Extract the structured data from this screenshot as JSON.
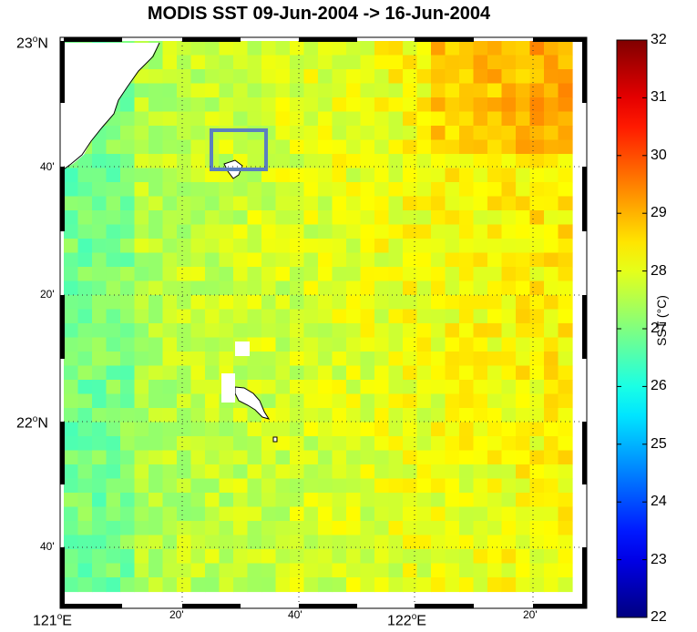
{
  "title": "MODIS SST   09-Jun-2004 -> 16-Jun-2004",
  "map": {
    "lat_labels": [
      {
        "text": "23",
        "deg": "o",
        "suffix": "N",
        "size": "big"
      },
      {
        "text": "40'",
        "size": "small"
      },
      {
        "text": "20'",
        "size": "small"
      },
      {
        "text": "22",
        "deg": "o",
        "suffix": "N",
        "size": "big"
      },
      {
        "text": "40'",
        "size": "small"
      }
    ],
    "lon_labels": [
      {
        "text": "121",
        "deg": "o",
        "suffix": "E",
        "size": "big"
      },
      {
        "text": "20'",
        "size": "small"
      },
      {
        "text": "40'",
        "size": "small"
      },
      {
        "text": "122",
        "deg": "o",
        "suffix": "E",
        "size": "big"
      },
      {
        "text": "20'",
        "size": "small"
      }
    ],
    "highlight_box_color": "#5b7fbf",
    "background_field_color": "#f5c400"
  },
  "colorbar": {
    "label": "SST (°C)",
    "ticks": [
      "32",
      "31",
      "30",
      "29",
      "28",
      "27",
      "26",
      "25",
      "24",
      "23",
      "22"
    ],
    "min": 22,
    "max": 32,
    "colormap": "jet"
  }
}
